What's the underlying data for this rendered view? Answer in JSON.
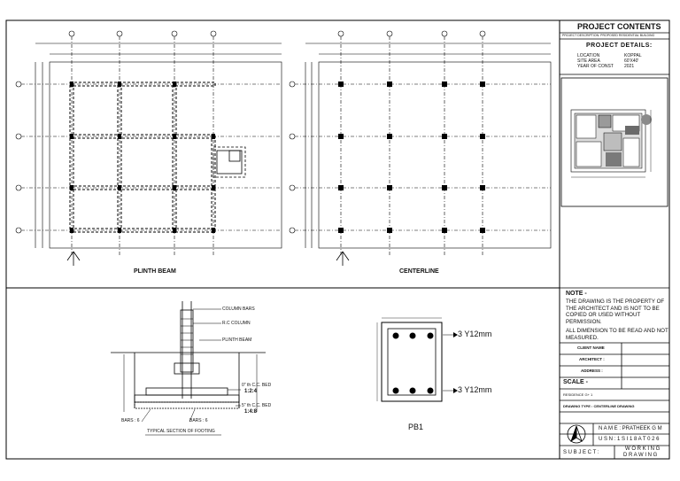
{
  "title_block": {
    "project_contents": "PROJECT CONTENTS",
    "project_description": "PROJECT DESCRIPTION: PROPOSED RESIDENTIAL BUILDING",
    "project_details": "PROJECT DETAILS:",
    "details": [
      {
        "label": "LOCATION",
        "value": "KOPPAL"
      },
      {
        "label": "SITE AREA",
        "value": "60'X40'"
      },
      {
        "label": "YEAR OF CONST",
        "value": "2021"
      }
    ],
    "note_heading": "NOTE -",
    "note_1": "THE DRAWING IS THE PROPERTY OF THE ARCHITECT AND IS NOT TO BE COPIED OR USED WITHOUT PERMISSION.",
    "note_2": "ALL DIMENSION TO BE READ AND NOT MEASURED.",
    "client_name": "CLIENT NAME",
    "architect": "ARCHITECT :",
    "address": "ADDRESS :",
    "scale": "SCALE -",
    "residence": "RESIDENCE G+ 1",
    "drawing_type": "DRAWING TYPE : CENTERLINE DRAWING",
    "name": "N A M E  :  PRATHEEK G M",
    "usn": "U S N  :   1 S I 1 8 A T 0 2 6",
    "subject_label": "S U B J E C T :",
    "subject_value_1": "W O R K I N G",
    "subject_value_2": "D R A W I N G"
  },
  "drawings": {
    "plinth_beam": "PLINTH BEAM",
    "centerline": "CENTERLINE",
    "pb1": "PB1",
    "bar_top": "3 Y12mm",
    "bar_bottom": "3 Y12mm",
    "footing_title": "TYPICAL SECTION OF FOOTING",
    "column_bars": "COLUMN BARS",
    "rc_column": "R.C COLUMN",
    "plinth_beam_label": "PLINTH BEAM",
    "pcc_1": "0\" th C.C. BED",
    "pcc_1_ratio": "1:2:4",
    "pcc_2": "5\" th C.C. BED",
    "pcc_2_ratio": "1:4:8",
    "bars_left": "BARS : 6",
    "bars_right": "BARS : 6"
  }
}
